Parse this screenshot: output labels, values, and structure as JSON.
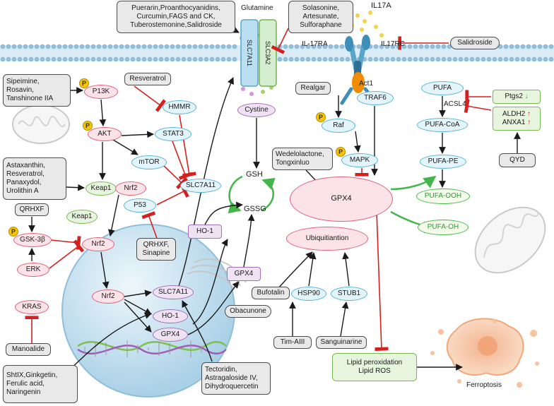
{
  "labels": {
    "glutamine": "Glutamine",
    "il17a": "IL17A",
    "il17ra": "IL-17RA",
    "il17rc": "IL17RC",
    "slc7a11_membrane": "SLC7A11",
    "slc3a2": "SLC3A2",
    "act1": "Act1",
    "traf6": "TRAF6",
    "cystine": "Cystine",
    "gsh": "GSH",
    "gssg": "GSSG",
    "gpx4_center": "GPX4",
    "ubiquitination": "Ubiquitiantion",
    "hsp90": "HSP90",
    "stub1": "STUB1",
    "raf": "Raf",
    "mapk": "MAPK",
    "pufa": "PUFA",
    "acsl4": "ACSL4",
    "pufa_coa": "PUFA-CoA",
    "pufa_pe": "PUFA-PE",
    "pufa_ooh": "PUFA-OOH",
    "pufa_oh": "PUFA-OH",
    "ptgs2": "Ptgs2",
    "aldh2": "ALDH2",
    "anxa1": "ANXA1",
    "p13k": "P13K",
    "akt": "AKT",
    "stat3": "STAT3",
    "mtor": "mTOR",
    "hmmr": "HMMR",
    "keap1": "Keap1",
    "nrf2": "Nrf2",
    "keap1_free": "Keap1",
    "p53": "P53",
    "slc7a11_mid": "SLC7A11",
    "gsk3b": "GSK-3β",
    "erk": "ERK",
    "kras": "KRAS",
    "nrf2_mid": "Nrf2",
    "nrf2_nuc": "Nrf2",
    "slc7a11_nuc": "SLC7A11",
    "ho1_nuc": "HO-1",
    "gpx4_nuc": "GPX4",
    "ho1_right": "HO-1",
    "gpx4_right": "GPX4",
    "lipid": "Lipid peroxidation\nLipid ROS",
    "ferroptosis": "Ferroptosis",
    "p_badge": "P",
    "up_green": "↓",
    "up_red": "↑"
  },
  "drugs": {
    "puerarin": "Puerarin,Proanthocyanidins,\nCurcumin,FAGS and CK,\nTuberostemonine,Salidroside",
    "solasonine": "Solasonine,\nArtesunate,\nSulforaphane",
    "salidroside": "Salidroside",
    "sipeimine": "Sipeimine,\nRosavin,\nTanshinone IIA",
    "resveratrol": "Resveratrol",
    "astaxanthin": "Astaxanthin,\nResveratrol,\nPanaxydol,\nUrolithin A",
    "qrhxf": "QRHXF",
    "qrhxf_sinapine": "QRHXF,\nSinapine",
    "realgar": "Realgar",
    "wedelolactone": "Wedelolactone,\nTongxinluo",
    "obacunone": "Obacunone",
    "bufotalin": "Bufotalin",
    "tim": "Tim-AIII",
    "sanguinarine": "Sanguinarine",
    "qyd": "QYD",
    "manoalide": "Manoalide",
    "shtix": "ShtIX,Ginkgetin,\nFerulic acid,\nNaringenin",
    "tectoridin": "Tectoridin,\nAstragaloside IV,\nDihydroquercetin"
  },
  "colors": {
    "activate": "#1a1a1a",
    "inhibit": "#d42020",
    "convert": "#44b54a",
    "membrane": "#9cc7e0"
  }
}
